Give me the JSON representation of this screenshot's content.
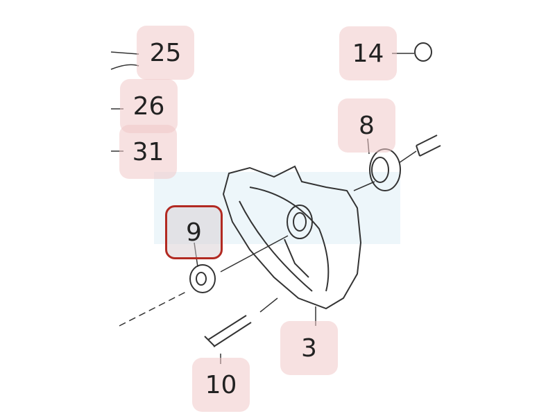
{
  "diagram": {
    "callouts": [
      {
        "id": "c25",
        "label": "25"
      },
      {
        "id": "c14",
        "label": "14"
      },
      {
        "id": "c26",
        "label": "26"
      },
      {
        "id": "c8",
        "label": "8"
      },
      {
        "id": "c31",
        "label": "31"
      },
      {
        "id": "c9",
        "label": "9",
        "selected": true
      },
      {
        "id": "c3",
        "label": "3"
      },
      {
        "id": "c10",
        "label": "10"
      }
    ],
    "colors": {
      "highlight": "#f0c8c8",
      "selected_border": "#b22a22",
      "watermark": "#e6f2f8"
    }
  }
}
